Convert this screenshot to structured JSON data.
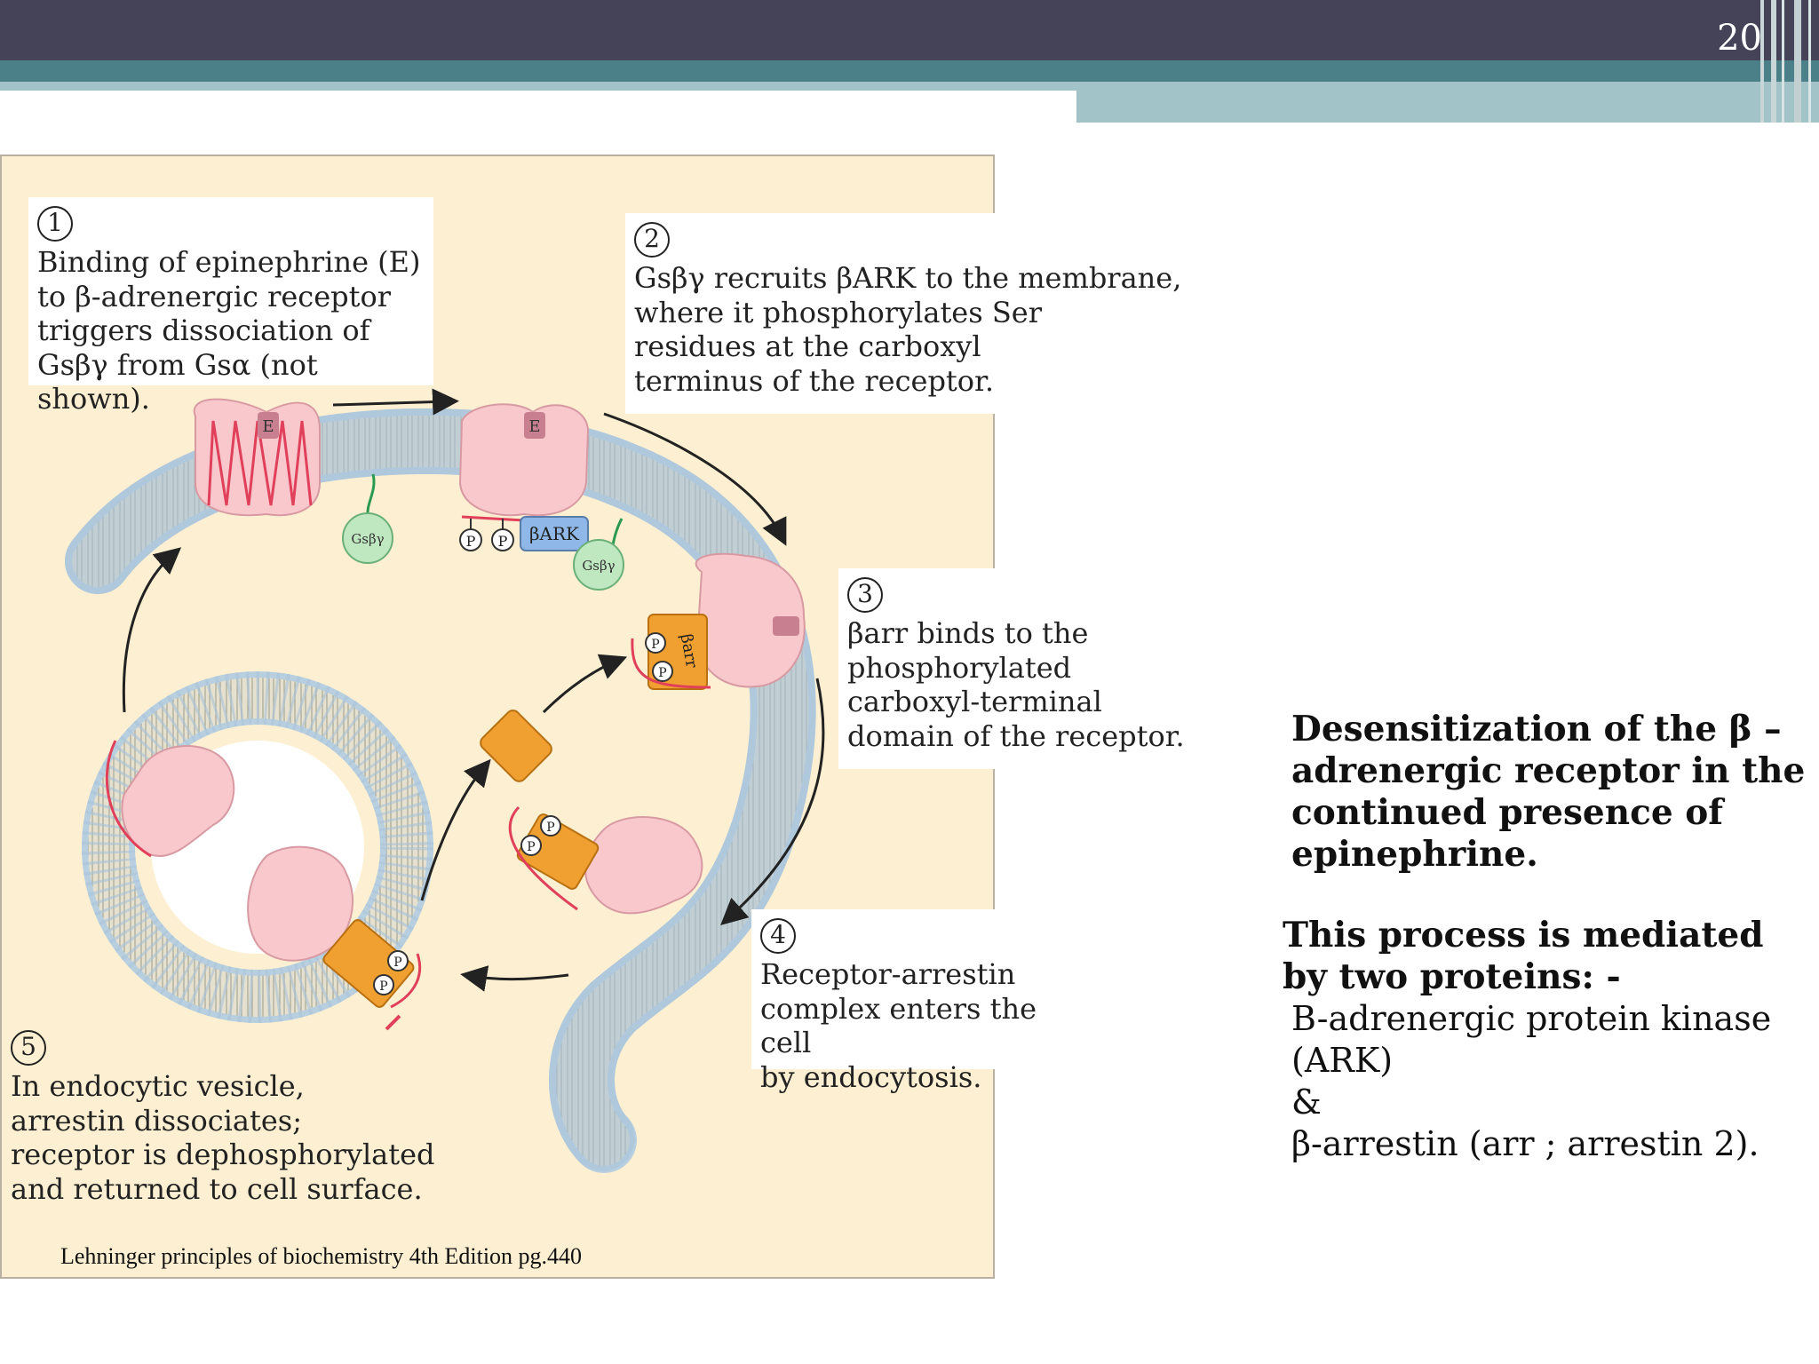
{
  "slide": {
    "number": "20"
  },
  "figure": {
    "captions": [
      {
        "num": "1",
        "lines": [
          "Binding of epinephrine (E)",
          "to β-adrenergic receptor",
          "triggers dissociation of",
          "Gsβγ from Gsα (not shown)."
        ]
      },
      {
        "num": "2",
        "lines": [
          "Gsβγ recruits βARK to the membrane,",
          "where it phosphorylates Ser",
          "residues at the carboxyl",
          "terminus of the receptor."
        ]
      },
      {
        "num": "3",
        "lines": [
          "βarr binds to the",
          "phosphorylated",
          "carboxyl-terminal",
          "domain of the receptor."
        ]
      },
      {
        "num": "4",
        "lines": [
          "Receptor-arrestin",
          "complex enters the cell",
          "by endocytosis."
        ]
      },
      {
        "num": "5",
        "lines": [
          "In endocytic vesicle,",
          "arrestin dissociates;",
          "receptor is dephosphorylated",
          "and returned to cell surface."
        ]
      }
    ],
    "labels": {
      "epinephrine": "E",
      "gbg": "Gsβγ",
      "phospho": "P",
      "bark": "βARK",
      "barr": "βarr"
    },
    "source": "Lehninger principles of biochemistry 4th Edition pg.440"
  },
  "description": {
    "heading": "Desensitization of the β –adrenergic  receptor in the continued presence of epinephrine.",
    "mediated": "This process is mediated by two proteins: -",
    "protein1": "B-adrenergic protein kinase (ARK)",
    "ampersand": "&",
    "protein2": "β-arrestin (arr ; arrestin 2)."
  },
  "colors": {
    "header": "#444357",
    "teal": "#4b8088",
    "light_teal": "#a2c4c9",
    "figure_bg": "#fdf0d2",
    "receptor": "#f8c8cc",
    "arrestin": "#f0a030",
    "bark": "#8fb8e8",
    "gbg": "#bfe8c0"
  }
}
